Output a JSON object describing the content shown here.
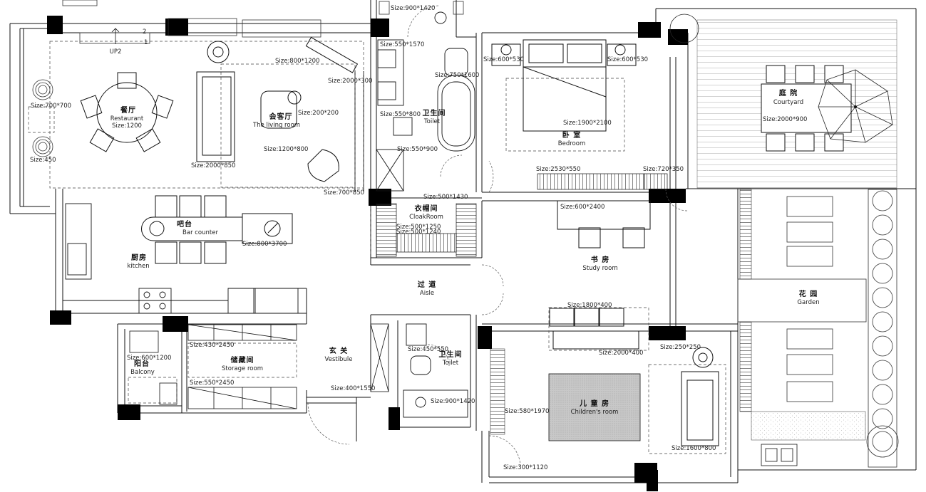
{
  "rooms": {
    "restaurant": {
      "cn": "餐厅",
      "en": "Restaurant",
      "size": "Size:1200"
    },
    "living": {
      "cn": "会客厅",
      "en": "The living room",
      "size": "Size:1200*800"
    },
    "bar": {
      "cn": "吧台",
      "en": "Bar counter",
      "size": "Size:800*3700"
    },
    "kitchen": {
      "cn": "厨房",
      "en": "kitchen"
    },
    "toilet1": {
      "cn": "卫生间",
      "en": "Toilet"
    },
    "cloak": {
      "cn": "衣帽间",
      "en": "CloakRoom"
    },
    "bedroom": {
      "cn": "卧 室",
      "en": "Bedroom"
    },
    "courtyard": {
      "cn": "庭 院",
      "en": "Courtyard",
      "size": "Size:2000*900"
    },
    "study": {
      "cn": "书 房",
      "en": "Study room"
    },
    "aisle": {
      "cn": "过 道",
      "en": "Aisle"
    },
    "garden": {
      "cn": "花 园",
      "en": "Garden"
    },
    "vestibule": {
      "cn": "玄 关",
      "en": "Vestibule"
    },
    "storage": {
      "cn": "储藏间",
      "en": "Storage room"
    },
    "balcony": {
      "cn": "阳台",
      "en": "Balcony"
    },
    "toilet2": {
      "cn": "卫生间",
      "en": "Toilet"
    },
    "children": {
      "cn": "儿 童 房",
      "en": "Children's room"
    }
  },
  "stair": {
    "label": "UP2",
    "n1": "1",
    "n2": "2"
  },
  "sizes": {
    "s700x700": "Size:700*700",
    "s450": "Size:450",
    "s2000x850": "Size:2000*850",
    "s800x1200": "Size:800*1200",
    "s2000x300": "Size:2000*300",
    "s200x200": "Size:200*200",
    "s700x850": "Size:700*850",
    "s900x1420a": "Size:900*1420",
    "s550x1570": "Size:550*1570",
    "s750x1600": "Size:750*1600",
    "s550x800": "Size:550*800",
    "s550x900": "Size:550*900",
    "s600x530a": "Size:600*530",
    "s600x530b": "Size:600*530",
    "s1900x2100": "Size:1900*2100",
    "s2530x550": "Size:2530*550",
    "s720x350": "Size:720*350",
    "s500x1430": "Size:500*1430",
    "s500x1250": "Size:500*1250",
    "s500x1240": "Size:500*1240",
    "s600x2400": "Size:600*2400",
    "s1800x400": "Size:1800*400",
    "s2000x400": "Size:2000*400",
    "s250x250": "Size:250*250",
    "s430x2450": "Size:430*2450",
    "s550x2450": "Size:550*2450",
    "s600x1200": "Size:600*1200",
    "s400x1550": "Size:400*1550",
    "s450x550": "Size:450*550",
    "s900x1420b": "Size:900*1420",
    "s580x1970": "Size:580*1970",
    "s1600x800": "Size:1600*800",
    "s300x1120": "Size:300*1120"
  }
}
